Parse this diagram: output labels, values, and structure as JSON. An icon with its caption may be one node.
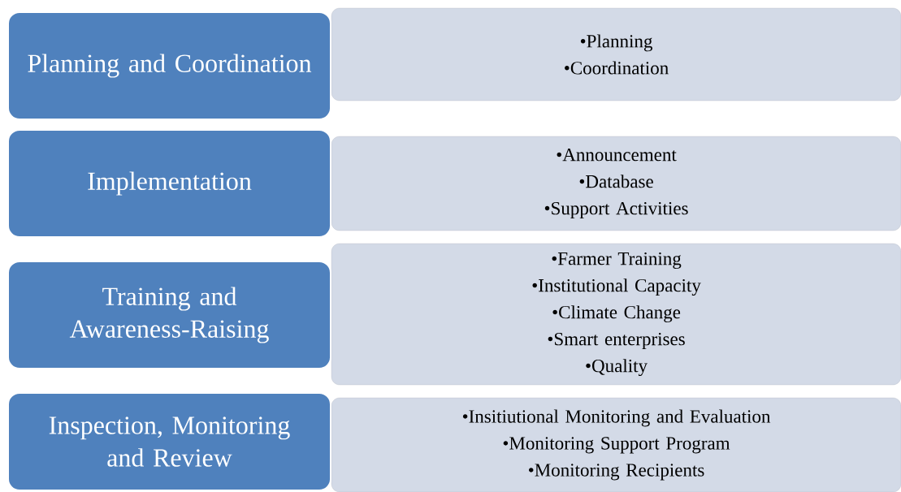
{
  "diagram": {
    "nodes": [
      {
        "text": [
          "Planning and Coordination"
        ]
      },
      {
        "text": [
          "•Planning",
          "•Coordination"
        ]
      },
      {
        "text": [
          "Implementation"
        ]
      },
      {
        "text": [
          "•Announcement",
          "•Database",
          "•Support Activities"
        ]
      },
      {
        "text": [
          "Training and Awareness-Raising"
        ]
      },
      {
        "text": [
          "•Farmer Training",
          "•Institutional Capacity",
          "•Climate Change",
          "•Smart enterprises",
          "•Quality"
        ]
      },
      {
        "text": [
          "Inspection, Monitoring and Review"
        ]
      },
      {
        "text": [
          "•Insitiutional Monitoring and Evaluation",
          "•Monitoring Support Program",
          "•Monitoring Recipients"
        ]
      }
    ]
  }
}
